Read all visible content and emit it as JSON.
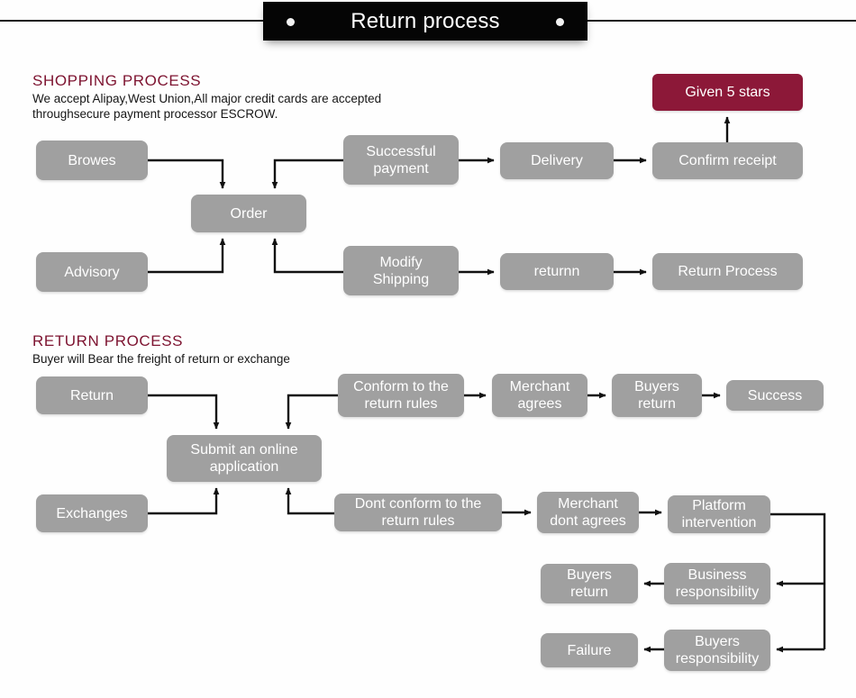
{
  "header": {
    "title": "Return process",
    "dot_left": "bullet-dot",
    "dot_right": "bullet-dot"
  },
  "shopping_section": {
    "title": "SHOPPING PROCESS",
    "description": "We accept Alipay,West Union,All major credit cards are accepted\nthroughsecure payment processor ESCROW.",
    "nodes": [
      {
        "id": "browes",
        "label": "Browes"
      },
      {
        "id": "order",
        "label": "Order"
      },
      {
        "id": "advisory",
        "label": "Advisory"
      },
      {
        "id": "successful_payment",
        "label": "Successful\npayment"
      },
      {
        "id": "delivery",
        "label": "Delivery"
      },
      {
        "id": "confirm_receipt",
        "label": "Confirm receipt"
      },
      {
        "id": "given_5_stars",
        "label": "Given 5 stars"
      },
      {
        "id": "modify_shipping",
        "label": "Modify\nShipping"
      },
      {
        "id": "returnn",
        "label": "returnn"
      },
      {
        "id": "return_process",
        "label": "Return Process"
      }
    ]
  },
  "return_section": {
    "title": "RETURN PROCESS",
    "description": "Buyer will Bear the freight of return or exchange",
    "nodes": [
      {
        "id": "return",
        "label": "Return"
      },
      {
        "id": "submit_application",
        "label": "Submit an online\napplication"
      },
      {
        "id": "exchanges",
        "label": "Exchanges"
      },
      {
        "id": "conform_rules",
        "label": "Conform to the\nreturn rules"
      },
      {
        "id": "merchant_agrees",
        "label": "Merchant\nagrees"
      },
      {
        "id": "buyers_return_top",
        "label": "Buyers\nreturn"
      },
      {
        "id": "success",
        "label": "Success"
      },
      {
        "id": "dont_conform_rules",
        "label": "Dont conform to the\nreturn rules"
      },
      {
        "id": "merchant_dont_agrees",
        "label": "Merchant\ndont agrees"
      },
      {
        "id": "platform_intervention",
        "label": "Platform\nintervention"
      },
      {
        "id": "business_responsibility",
        "label": "Business\nresponsibility"
      },
      {
        "id": "buyers_return_mid",
        "label": "Buyers\nreturn"
      },
      {
        "id": "buyers_responsibility",
        "label": "Buyers\nresponsibility"
      },
      {
        "id": "failure",
        "label": "Failure"
      }
    ]
  },
  "colors": {
    "node_gray": "#a0a0a0",
    "accent_maroon": "#8c1838",
    "heading_maroon": "#7d1330",
    "banner_black": "#050505",
    "connector": "#111111"
  }
}
